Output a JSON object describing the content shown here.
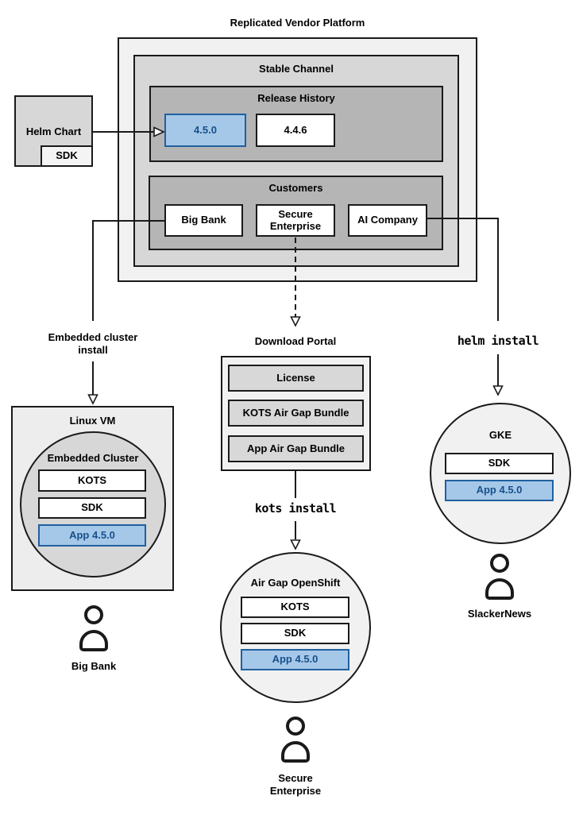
{
  "title": "Replicated Vendor Platform",
  "colors": {
    "highlight_fill": "#a6c8e8",
    "highlight_border": "#20609f",
    "highlight_text": "#17508c",
    "gray_lightest": "#f1f1f1",
    "gray_medium": "#d7d7d7",
    "gray_dark": "#b5b5b5",
    "line": "#1a1a1a"
  },
  "platform": {
    "stable_channel_label": "Stable Channel",
    "release_history_label": "Release History",
    "releases": [
      "4.5.0",
      "4.4.6"
    ],
    "customers_label": "Customers",
    "customers": [
      "Big Bank",
      "Secure\nEnterprise",
      "AI Company"
    ]
  },
  "helm_chart": {
    "label": "Helm Chart",
    "sdk": "SDK"
  },
  "left_branch": {
    "install_label": "Embedded cluster\ninstall",
    "vm_label": "Linux VM",
    "cluster_label": "Embedded Cluster",
    "components": [
      "KOTS",
      "SDK",
      "App 4.5.0"
    ],
    "user": "Big Bank"
  },
  "middle_branch": {
    "portal_label": "Download Portal",
    "portal_items": [
      "License",
      "KOTS Air Gap Bundle",
      "App Air Gap Bundle"
    ],
    "install_command": "kots install",
    "cluster_label": "Air Gap OpenShift",
    "components": [
      "KOTS",
      "SDK",
      "App 4.5.0"
    ],
    "user": "Secure\nEnterprise"
  },
  "right_branch": {
    "install_command": "helm install",
    "cluster_label": "GKE",
    "components": [
      "SDK",
      "App 4.5.0"
    ],
    "user": "SlackerNews"
  }
}
